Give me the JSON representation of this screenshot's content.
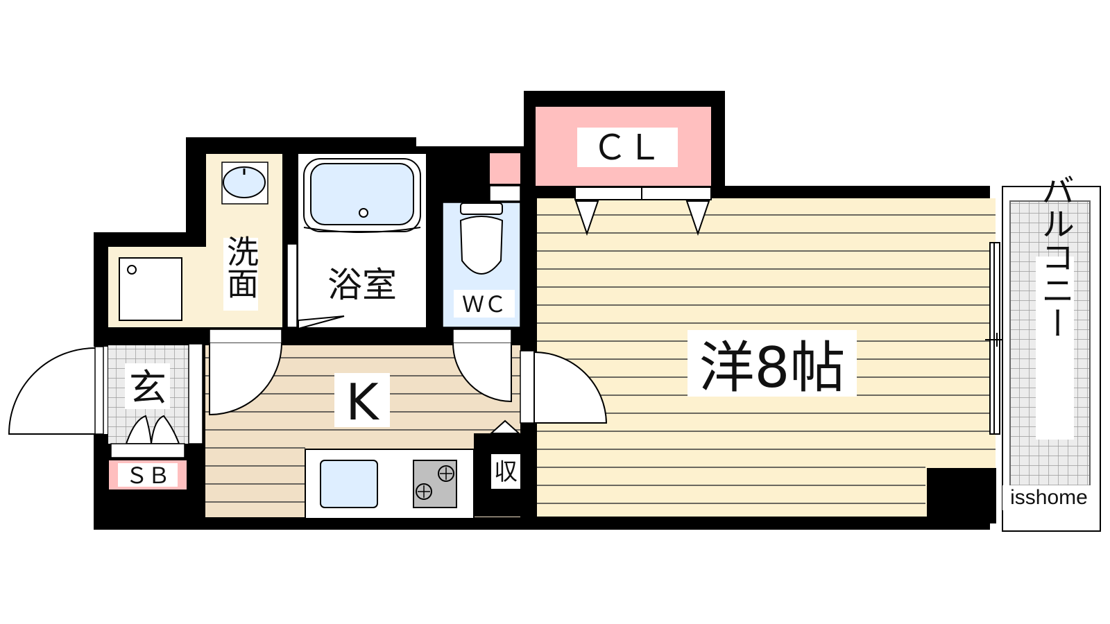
{
  "rooms": {
    "entrance": "玄",
    "shoe_box": "ＳＢ",
    "washroom": "洗面",
    "bathroom": "浴室",
    "toilet": "ＷＣ",
    "kitchen": "K",
    "storage": "収",
    "closet": "ＣＬ",
    "western_room": "洋8帖",
    "balcony": "バルコニー"
  },
  "watermark": "isshome",
  "colors": {
    "wall": "#000000",
    "wood_floor": "#fdf1cf",
    "kitchen_floor": "#f1e0c6",
    "washroom_floor": "#fbf1d6",
    "water_blue": "#deeeff",
    "closet_pink": "#ffbfbf",
    "tile_gray": "#c8c8c8",
    "range_gray": "#bfbfbf"
  }
}
